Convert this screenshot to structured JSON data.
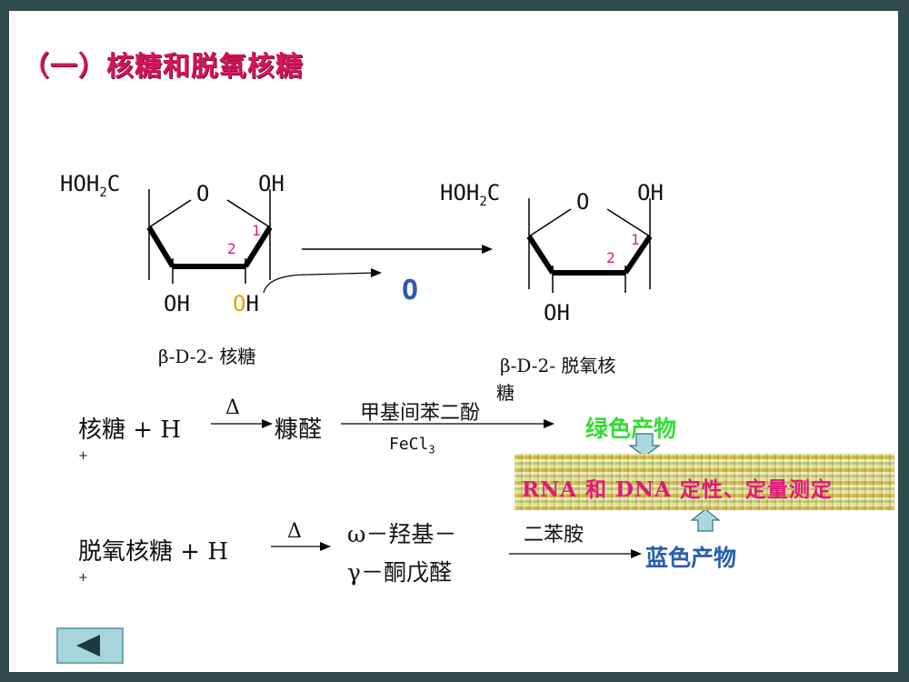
{
  "title": "（一）核糖和脱氧核糖",
  "ribose": {
    "ch2oh": "HOH",
    "ch2oh_sub": "2",
    "ch2oh_c": "C",
    "ring_o": "O",
    "oh_c1": "OH",
    "num1": "1",
    "num2": "2",
    "oh_c3": "OH",
    "oh_c2_o": "O",
    "oh_c2_h": "H",
    "name": "β-D-2- 核糖"
  },
  "removed_o": "O",
  "deoxyribose": {
    "ch2oh": "HOH",
    "ch2oh_sub": "2",
    "ch2oh_c": "C",
    "ring_o": "O",
    "oh_c1": "OH",
    "num1": "1",
    "num2": "2",
    "oh_c3": "OH",
    "name_line1": "β-D-2- 脱氧核",
    "name_line2": "糖"
  },
  "reaction1": {
    "reactant": "核糖  + H",
    "plus": "+",
    "delta": "Δ",
    "product": "糠醛",
    "reagent_top": "甲基间苯二酚",
    "reagent_bottom": "FeCl",
    "reagent_sub": "3",
    "result": "绿色产物"
  },
  "banner": "RNA 和 DNA 定性、定量测定",
  "reaction2": {
    "reactant": "脱氧核糖  + H",
    "plus": "+",
    "delta": "Δ",
    "product_line1": "ω－羟基－",
    "product_line2": "γ－酮戊醛",
    "reagent": "二苯胺",
    "result": "蓝色产物"
  },
  "nav": {
    "back": "back"
  }
}
